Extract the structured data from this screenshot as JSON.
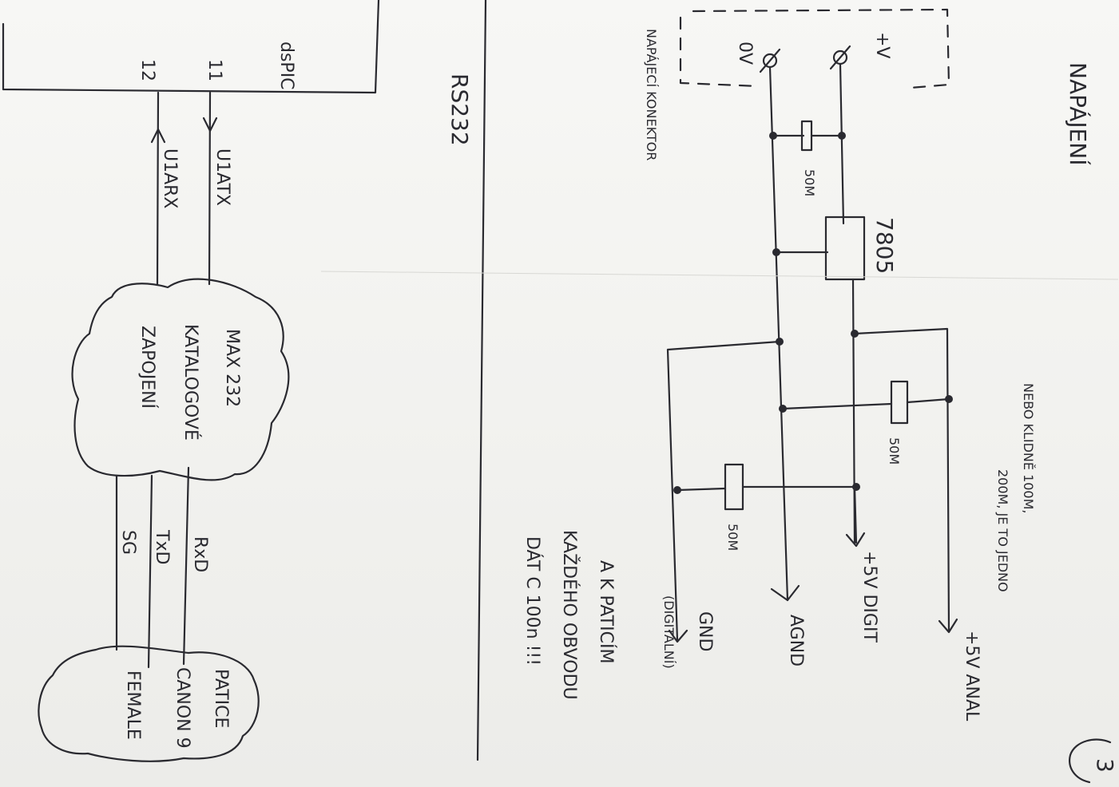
{
  "page_number": "3",
  "section_power": {
    "title": "NAPÁJENÍ",
    "connector_label": "NAPÁJECÍ KONEKTOR",
    "pin_plus": "+V",
    "pin_zero": "0V",
    "regulator": "7805",
    "capacitor_label": "50M",
    "note_line1": "NEBO KLIDNĚ 100M,",
    "note_line2": "200M, JE TO JEDNO",
    "out_analog": "+5V ANAL",
    "out_digital": "+5V DIGIT",
    "out_agnd": "AGND",
    "out_gnd": "GND",
    "out_gnd_note": "(DIGITÁLNÍ)",
    "bottom_note_line1": "A K PATICÍM",
    "bottom_note_line2": "KAŽDÉHO OBVODU",
    "bottom_note_line3": "DÁT C 100n !!!"
  },
  "section_rs232": {
    "title": "RS232",
    "pic_line1": "dsPIC",
    "pin_11": "11",
    "pin_12": "12",
    "sig_tx": "U1ATX",
    "sig_rx": "U1ARX",
    "max_line1": "MAX 232",
    "max_line2": "KATALOGOVÉ",
    "max_line3": "ZAPOJENÍ",
    "line_rxd": "RxD",
    "line_txd": "TxD",
    "line_sg": "SG",
    "canon_line1": "PATICE",
    "canon_line2": "CANON 9",
    "canon_line3": "FEMALE"
  }
}
